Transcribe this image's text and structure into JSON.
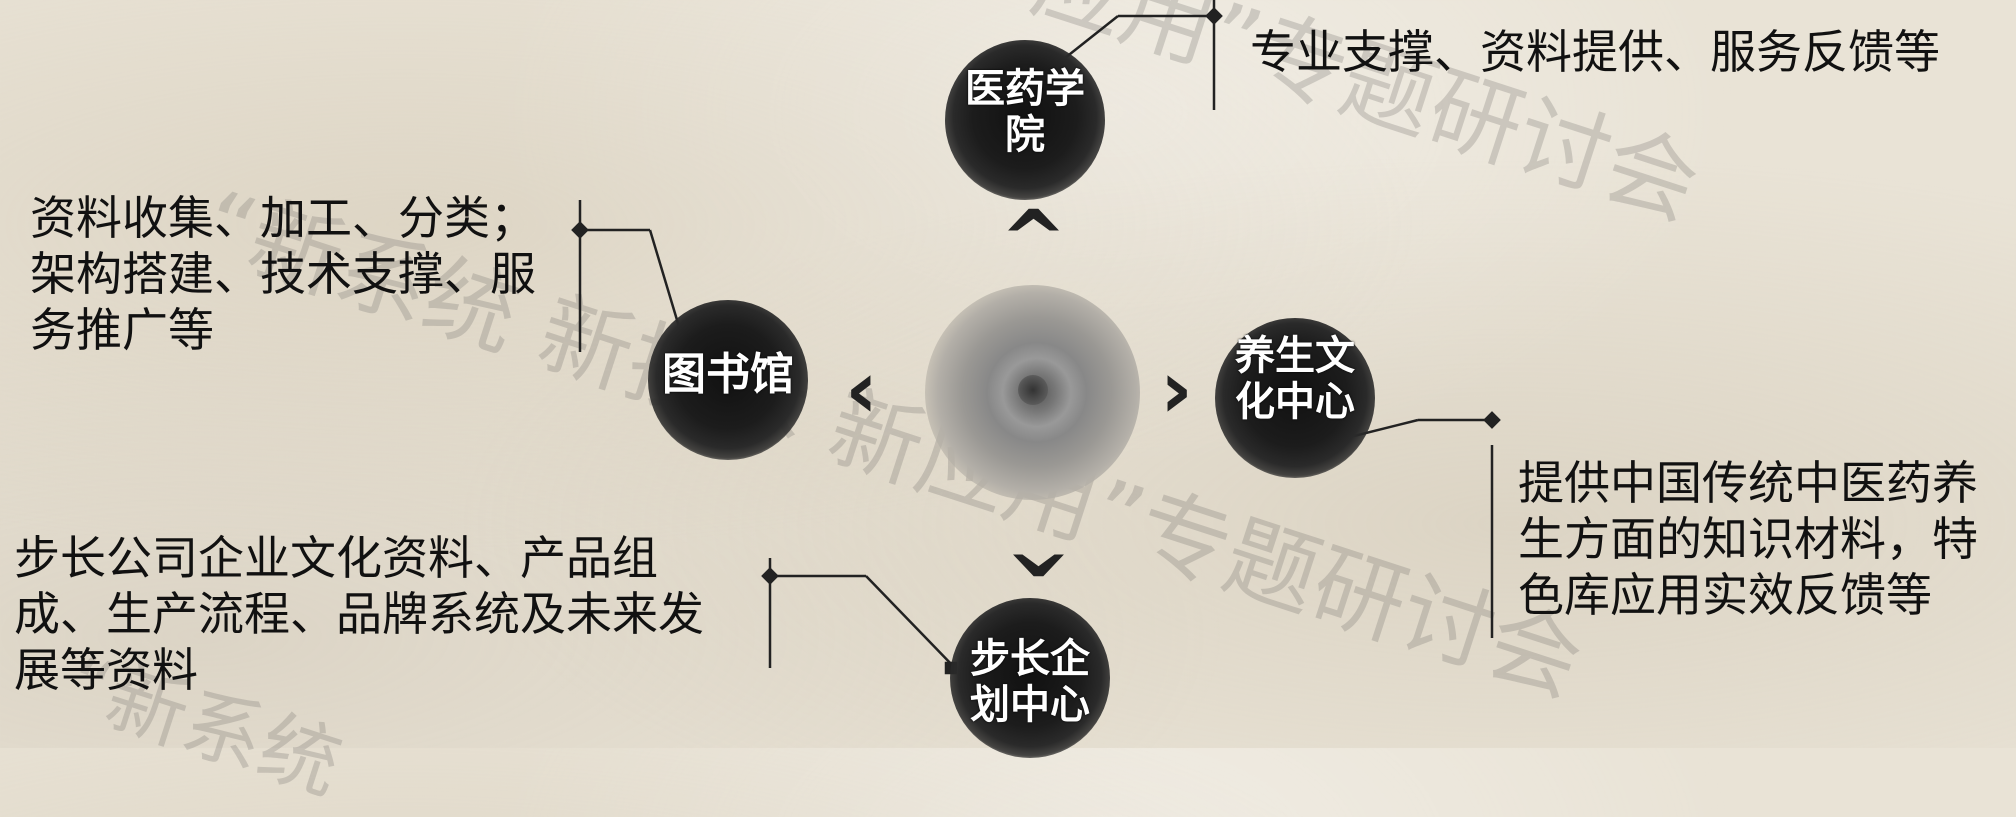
{
  "watermark": {
    "text_top": "应用”专题研讨会",
    "text_middle": "“新系统 新技术 新应用”专题研讨会",
    "text_bottom": "“新系统"
  },
  "nodes": {
    "top": "医药学院",
    "left": "图书馆",
    "right": "养生文化中心",
    "bottom": "步长企划中心"
  },
  "descriptions": {
    "top": "专业支撑、资料提供、服务反馈等",
    "left": "资料收集、加工、分类；架构搭建、技术支撑、服务推广等",
    "right": "提供中国传统中医药养生方面的知识材料，特色库应用实效反馈等",
    "bottom": "步长公司企业文化资料、产品组成、生产流程、品牌系统及未来发展等资料"
  },
  "colors": {
    "ink": "#1a1a1a",
    "background": "#e9e3d6",
    "label": "#ffffff",
    "text": "#111111"
  }
}
